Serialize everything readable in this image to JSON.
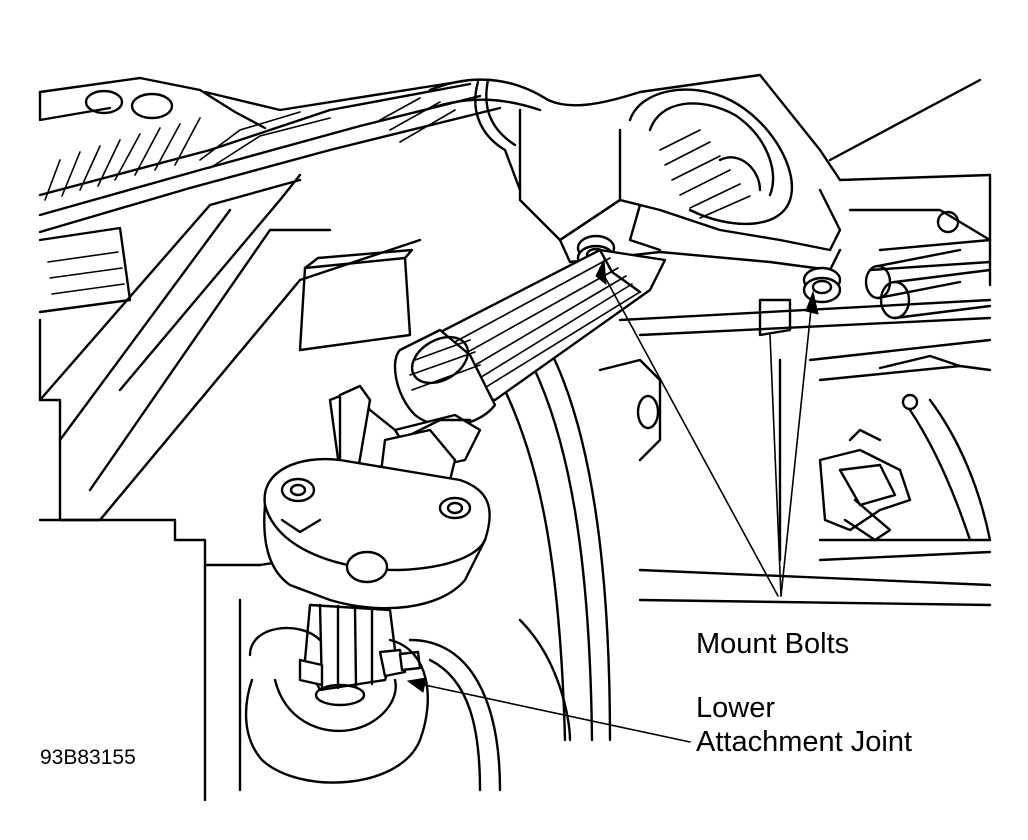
{
  "labels": {
    "mount_bolts": "Mount Bolts",
    "lower_attachment_joint_line1": "Lower",
    "lower_attachment_joint_line2": "Attachment Joint"
  },
  "figure_id": "93B83155"
}
